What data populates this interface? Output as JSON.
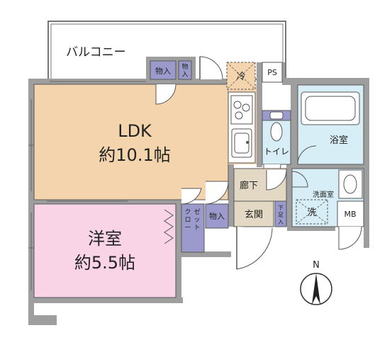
{
  "balcony": {
    "label": "バルコニー"
  },
  "ldk": {
    "name": "LDK",
    "size": "約10.1帖",
    "color": "#f3d4ad"
  },
  "western_room": {
    "name": "洋室",
    "size": "約5.5帖",
    "color": "#f9d3e6"
  },
  "storage_1": "物入",
  "storage_2": "物入",
  "storage_3": "物入",
  "fridge": "冷",
  "ps": "PS",
  "toilet": {
    "label": "トイレ",
    "color": "#d7eef7"
  },
  "bathroom": {
    "label": "浴室",
    "color": "#d7eef7"
  },
  "corridor": "廊下",
  "washroom": "洗面室",
  "washer": "洗",
  "closet": "クローゼット",
  "entrance": "玄関",
  "shoe_box": "下足入",
  "mb": "MB",
  "compass": {
    "label": "N"
  },
  "colors": {
    "wall": "#9e9e9e",
    "storage": "#9a9acc",
    "corridor": "#e2d8c4",
    "wet": "#d7eef7"
  }
}
